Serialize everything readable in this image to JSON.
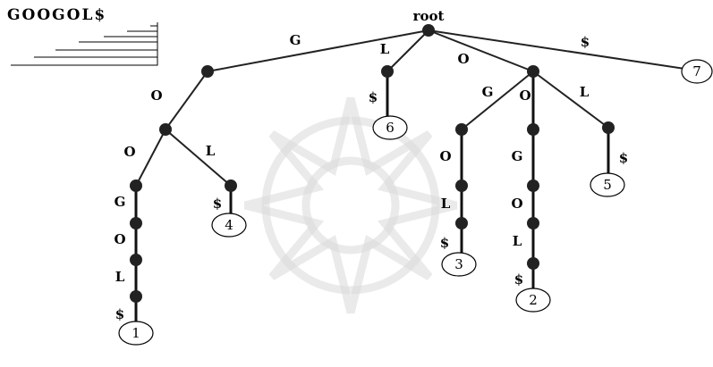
{
  "word": "GOOGOL$",
  "root_label": "root",
  "edge_labels": {
    "root_g": "G",
    "root_l": "L",
    "root_o": "O",
    "root_end": "$",
    "g_o": "O",
    "go_o": "O",
    "go_l": "L",
    "goo_g": "G",
    "goog_o": "O",
    "googo_l": "L",
    "googol_end": "$",
    "gol_end": "$",
    "l_end": "$",
    "o_g": "G",
    "o_o": "O",
    "o_l": "L",
    "og_o": "O",
    "ogo_l": "L",
    "ogol_end": "$",
    "oo_g": "G",
    "oog_o": "O",
    "oogo_l": "L",
    "oogol_end": "$",
    "ol_end": "$"
  },
  "leaves": {
    "leaf1": "1",
    "leaf2": "2",
    "leaf3": "3",
    "leaf4": "4",
    "leaf5": "5",
    "leaf6": "6",
    "leaf7": "7"
  }
}
